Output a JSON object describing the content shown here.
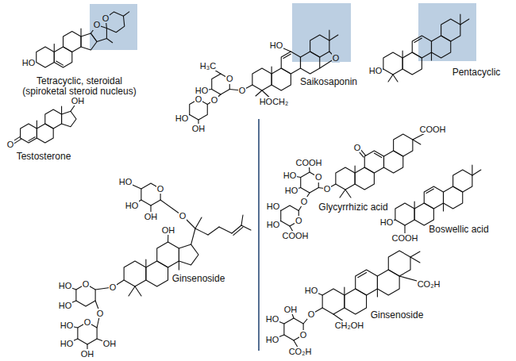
{
  "diagram": {
    "labels": [
      "HO",
      "O",
      "O",
      "Tetracyclic, steroidal (spiroketal steroid nucleus)",
      "HO",
      "O",
      "H₃C",
      "O",
      "O",
      "Saikosaponin",
      "HO",
      "O",
      "HOCH₂",
      "O",
      "HO",
      "OH",
      "HO",
      "Pentacyclic",
      "OH",
      "O",
      "Testosterone",
      "COOH",
      "O",
      "COOH",
      "O",
      "HO",
      "HO",
      "O",
      "O",
      "HO",
      "O",
      "Glycyrrhizic acid",
      "HO",
      "COOH",
      "HO",
      "Boswellic acid",
      "COOH",
      "HO",
      "O",
      "HO",
      "O",
      "OH",
      "OH",
      "Ginsenoside",
      "O",
      "O",
      "HO",
      "HO",
      "O",
      "O",
      "HO",
      "HO",
      "OH",
      "OH",
      "HO",
      "CO₂H",
      "OH",
      "O",
      "Ginsenoside",
      "HO",
      "CH₂OH",
      "O",
      "HO",
      "CO₂H"
    ]
  }
}
